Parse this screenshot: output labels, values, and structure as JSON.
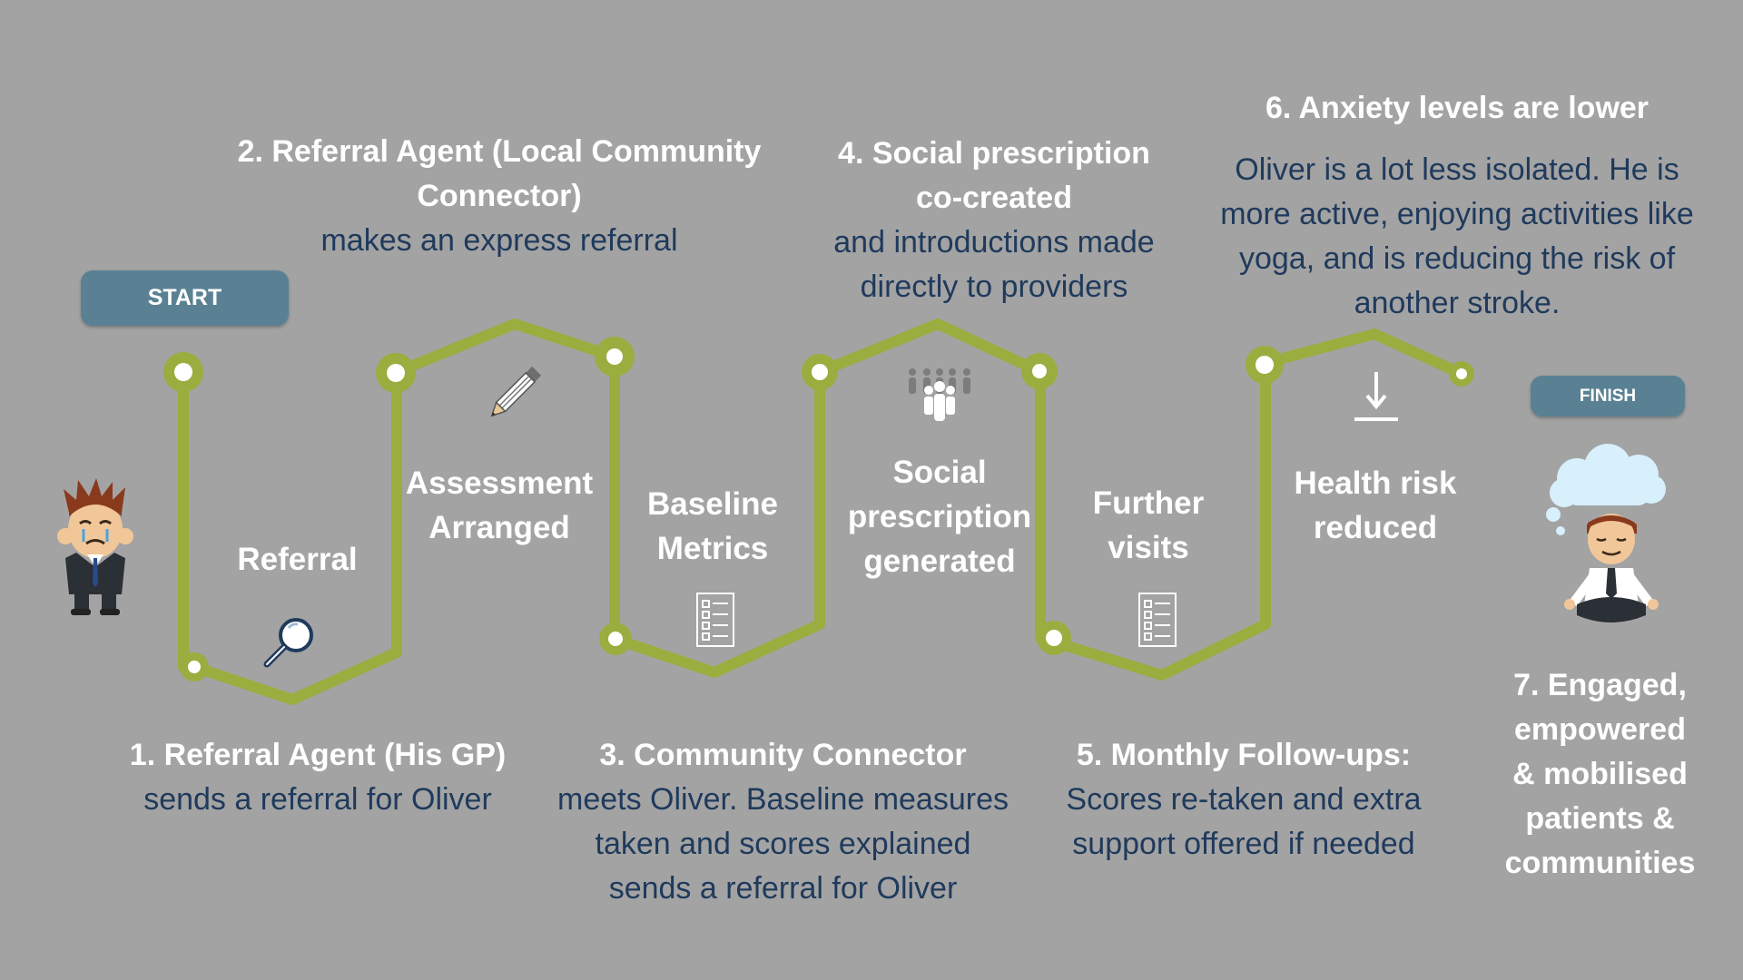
{
  "start_label": "START",
  "finish_label": "FINISH",
  "colors": {
    "background": "#a3a3a3",
    "path": "#9aad3f",
    "heading": "#ffffff",
    "body": "#1f3a5c",
    "pill": "#5a8193"
  },
  "milestones": [
    {
      "heading_lines": [
        "1. Referral Agent (His GP)"
      ],
      "body_lines": [
        "sends a referral for Oliver"
      ]
    },
    {
      "heading_lines": [
        "2. Referral Agent (Local Community",
        "Connector)"
      ],
      "body_lines": [
        "makes an express referral"
      ]
    },
    {
      "heading_lines": [
        "3. Community Connector"
      ],
      "body_lines": [
        "meets Oliver. Baseline measures",
        "taken and scores explained",
        "sends a referral for Oliver"
      ]
    },
    {
      "heading_lines": [
        "4. Social prescription",
        "co-created"
      ],
      "body_lines": [
        "and introductions made",
        "directly to providers"
      ]
    },
    {
      "heading_lines": [
        "5. Monthly Follow-ups:"
      ],
      "body_lines": [
        "Scores re-taken and extra",
        "support offered if needed"
      ]
    },
    {
      "heading_lines": [
        "6. Anxiety levels are lower"
      ],
      "body_lines": [
        "Oliver is a lot less isolated. He is",
        "more active, enjoying activities like",
        "yoga, and is reducing the risk of",
        "another stroke."
      ]
    },
    {
      "heading_lines": [
        "7. Engaged,",
        "empowered",
        "& mobilised",
        "patients &",
        "communities"
      ],
      "body_lines": []
    }
  ],
  "stage_labels": [
    {
      "lines": [
        "Referral"
      ]
    },
    {
      "lines": [
        "Assessment",
        "Arranged"
      ]
    },
    {
      "lines": [
        "Baseline",
        "Metrics"
      ]
    },
    {
      "lines": [
        "Social",
        "prescription",
        "generated"
      ]
    },
    {
      "lines": [
        "Further",
        "visits"
      ]
    },
    {
      "lines": [
        "Health risk",
        "reduced"
      ]
    }
  ],
  "icons": [
    "stressed-man-icon",
    "magnifier-icon",
    "pencil-icon",
    "checklist-icon",
    "people-group-icon",
    "checklist-icon",
    "download-arrow-icon",
    "meditating-man-icon",
    "thought-cloud-icon"
  ]
}
